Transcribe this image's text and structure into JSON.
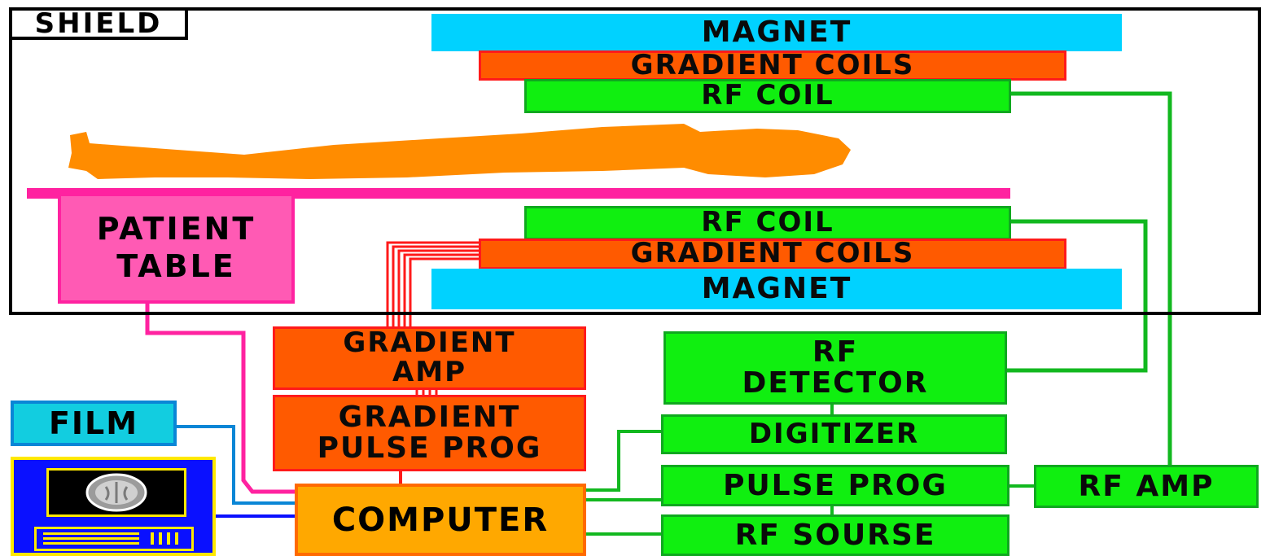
{
  "shield": {
    "label": "SHIELD"
  },
  "top": {
    "magnet": "MAGNET",
    "gradient_coils": "GRADIENT COILS",
    "rf_coil": "RF COIL"
  },
  "bottom": {
    "rf_coil": "RF COIL",
    "gradient_coils": "GRADIENT COILS",
    "magnet": "MAGNET"
  },
  "patient_table": {
    "line1": "PATIENT",
    "line2": "TABLE"
  },
  "gradient_amp": {
    "line1": "GRADIENT",
    "line2": "AMP"
  },
  "gradient_pulse_prog": {
    "line1": "GRADIENT",
    "line2": "PULSE PROG"
  },
  "rf_detector": {
    "line1": "RF",
    "line2": "DETECTOR"
  },
  "digitizer": "DIGITIZER",
  "pulse_prog": "PULSE PROG",
  "rf_amp": "RF AMP",
  "rf_source": "RF SOURSE",
  "film": "FILM",
  "computer": "COMPUTER",
  "colors": {
    "magnet": "#00d2ff",
    "gradient": "#ff5a00",
    "rf": "#10ef10",
    "patient": "#ff8c00",
    "table": "#ff5ab4",
    "computer": "#ffa800",
    "film": "#12cde0",
    "terminal": "#0a10ff"
  }
}
